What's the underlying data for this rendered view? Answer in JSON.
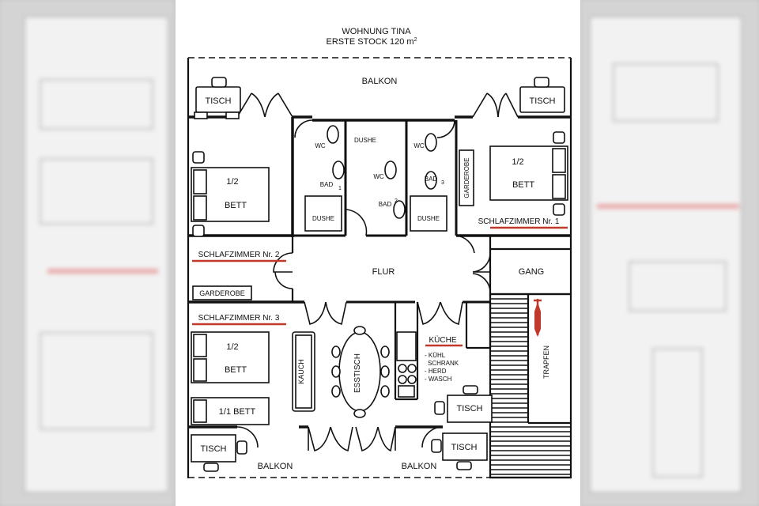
{
  "title": {
    "line1": "WOHNUNG TINA",
    "line2": "ERSTE STOCK 120 m",
    "sup": "2"
  },
  "labels": {
    "balkon_top": "BALKON",
    "tisch_tl": "TISCH",
    "tisch_tr": "TISCH",
    "wc_1": "WC",
    "dushe_top": "DUSHE",
    "wc_2": "WC",
    "wc_3": "WC",
    "bad_1": "BAD",
    "bad_1_num": "1",
    "bad_2": "BAD",
    "bad_2_num": "2",
    "bad_3": "BAD",
    "bad_3_num": "3",
    "dushe_1": "DUSHE",
    "dushe_3": "DUSHE",
    "garderobe_right": "GARDEROBE",
    "bed1_half": "1/2",
    "bed1_bett": "BETT",
    "schlafzimmer_1": "SCHLAFZIMMER Nr. 1",
    "bed2_half": "1/2",
    "bed2_bett": "BETT",
    "schlafzimmer_2": "SCHLAFZIMMER Nr. 2",
    "flur": "FLUR",
    "gang": "GANG",
    "garderobe_left": "GARDEROBE",
    "schlafzimmer_3": "SCHLAFZIMMER Nr. 3",
    "bed3_half": "1/2",
    "bed3_bett": "BETT",
    "bed3_single": "1/1 BETT",
    "kauch": "KAUCH",
    "esstisch": "ESSTISCH",
    "kueche": "KÜCHE",
    "k_kuehl": "- KÜHL",
    "k_schrank": "SCHRANK",
    "k_herd": "- HERD",
    "k_wasch": "- WASCH",
    "trapfen": "TRAPFEN",
    "tisch_kitchen": "TISCH",
    "tisch_bl": "TISCH",
    "tisch_br": "TISCH",
    "balkon_bl": "BALKON",
    "balkon_br": "BALKON"
  },
  "colors": {
    "wall": "#111111",
    "underline": "#c0392b"
  }
}
